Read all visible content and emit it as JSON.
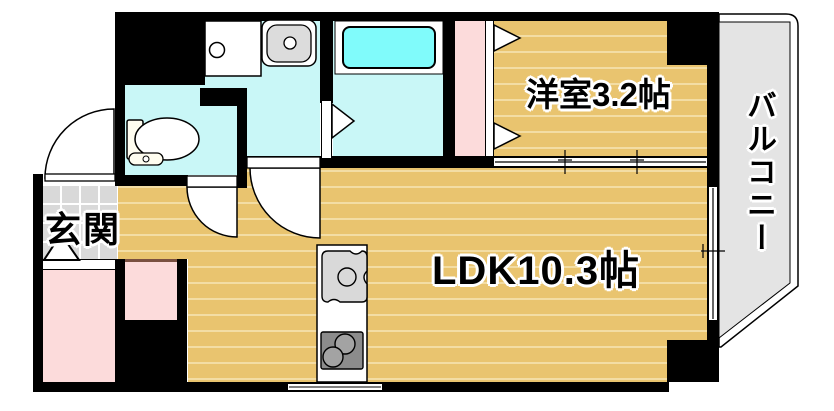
{
  "floorplan": {
    "labels": {
      "ldk": "LDK10.3帖",
      "western_room": "洋室3.2帖",
      "entrance": "玄関",
      "balcony": "バルコニー"
    },
    "palette": {
      "wall": "#000000",
      "wood_floor": "#e9c46f",
      "wood_stripe": "#f3dda4",
      "wet_area_floor": "#c9f7f7",
      "bathtub": "#80fbfb",
      "closet_pink": "#fcdbdb",
      "entrance_tile": "#d9d9d9",
      "balcony_gray": "#e4e4e4",
      "fixture_gray": "#d9d9d9",
      "stove_gray": "#8c8c8c"
    }
  }
}
